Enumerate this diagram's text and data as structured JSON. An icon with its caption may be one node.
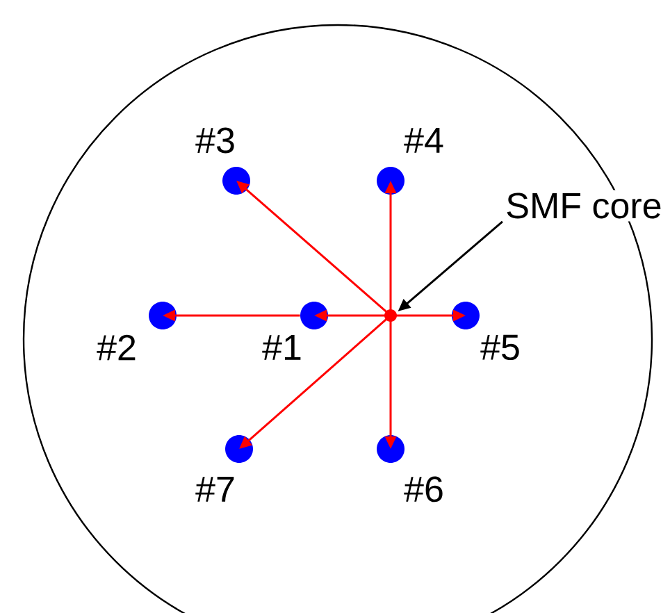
{
  "diagram": {
    "nodes": [
      {
        "text": [],
        "shape": "circle"
      },
      {
        "text": [
          "SMF core"
        ]
      },
      {
        "text": [],
        "shape": "circle",
        "in": 0
      },
      {
        "text": [],
        "shape": "circle",
        "in": 0,
        "beside": [
          "#3"
        ]
      },
      {
        "text": [],
        "shape": "circle",
        "in": 0,
        "beside": [
          "#4"
        ]
      },
      {
        "text": [],
        "shape": "circle",
        "in": 0,
        "beside": [
          "#2"
        ]
      },
      {
        "text": [],
        "shape": "circle",
        "in": 0,
        "beside": [
          "#1"
        ]
      },
      {
        "text": [],
        "shape": "circle",
        "in": 0,
        "beside": [
          "#5"
        ]
      },
      {
        "text": [],
        "shape": "circle",
        "in": 0,
        "beside": [
          "#7"
        ]
      },
      {
        "text": [],
        "shape": "circle",
        "in": 0,
        "beside": [
          "#6"
        ]
      }
    ],
    "edges": [
      {
        "from": 1,
        "to": 2,
        "arrow": "to",
        "color": "#000000"
      },
      {
        "from": 2,
        "to": 3,
        "arrow": "to"
      },
      {
        "from": 2,
        "to": 4,
        "arrow": "to"
      },
      {
        "from": 6,
        "to": 5,
        "arrow": "to"
      },
      {
        "from": 2,
        "to": 6,
        "arrow": "to"
      },
      {
        "from": 2,
        "to": 7,
        "arrow": "to"
      },
      {
        "from": 2,
        "to": 8,
        "arrow": "to"
      },
      {
        "from": 2,
        "to": 9,
        "arrow": "to"
      }
    ]
  }
}
